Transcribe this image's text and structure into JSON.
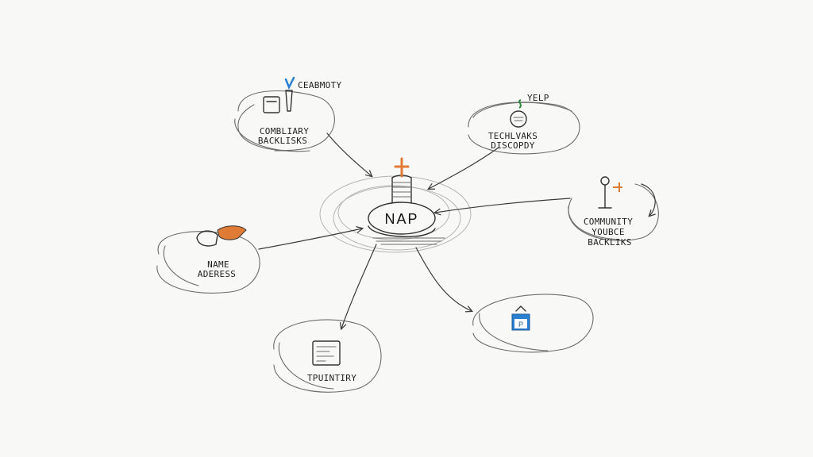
{
  "center": {
    "label": "NAP"
  },
  "nodes": [
    {
      "id": "top-left",
      "lines": [
        "CEABMOTY"
      ],
      "sub": [
        "COMBLIARY",
        "BACKLISKS"
      ]
    },
    {
      "id": "top-right",
      "lines": [
        "YELP"
      ],
      "sub": [
        "TECHLVAKS",
        "DISCOPDY"
      ]
    },
    {
      "id": "right",
      "lines": [
        "COMMUNITY",
        "YOUBCE",
        "BACKLIKS"
      ]
    },
    {
      "id": "left",
      "lines": [
        "NAME",
        "ADERESS"
      ]
    },
    {
      "id": "bottom",
      "lines": [
        "TPUINTIRY"
      ]
    },
    {
      "id": "bottom-right",
      "badge": "P"
    }
  ],
  "colors": {
    "ink": "#333333",
    "accent_orange": "#e07b35",
    "accent_blue": "#2a7fd1",
    "accent_green": "#2e8b3c"
  },
  "icons": [
    "pin-icon",
    "laptop-tag-icon",
    "vase-icon",
    "hand-icon",
    "document-icon",
    "mic-stand-icon",
    "calendar-icon"
  ]
}
